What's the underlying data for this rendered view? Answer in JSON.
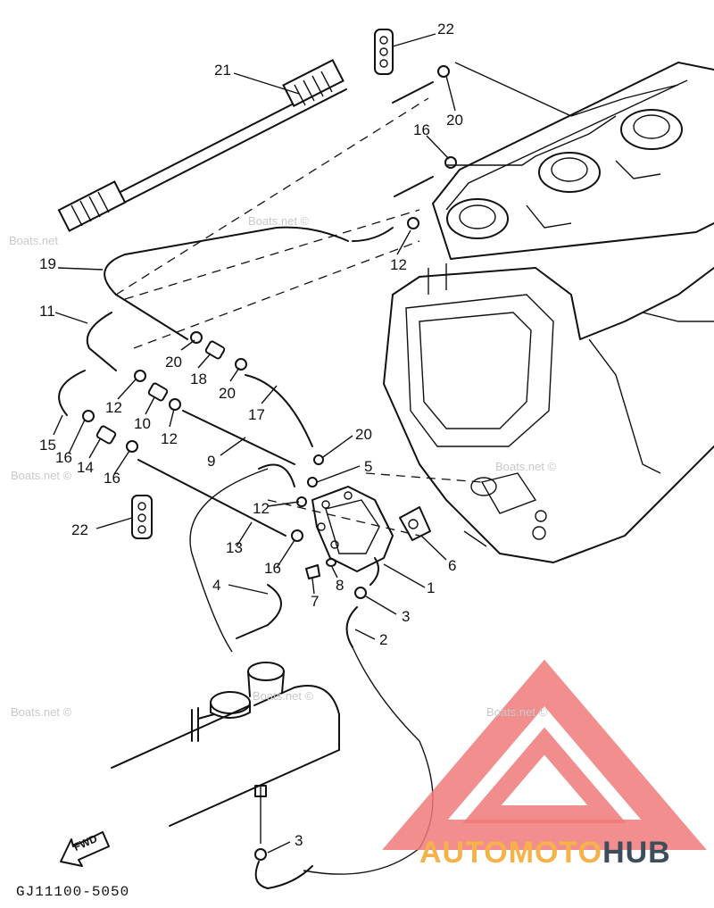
{
  "callouts": [
    {
      "id": "c22a",
      "label": "22"
    },
    {
      "id": "c21",
      "label": "21"
    },
    {
      "id": "c20a",
      "label": "20"
    },
    {
      "id": "c16a",
      "label": "16"
    },
    {
      "id": "c12a",
      "label": "12"
    },
    {
      "id": "c19",
      "label": "19"
    },
    {
      "id": "c11",
      "label": "11"
    },
    {
      "id": "c20b",
      "label": "20"
    },
    {
      "id": "c18",
      "label": "18"
    },
    {
      "id": "c20c",
      "label": "20"
    },
    {
      "id": "c12b",
      "label": "12"
    },
    {
      "id": "c10",
      "label": "10"
    },
    {
      "id": "c12c",
      "label": "12"
    },
    {
      "id": "c17",
      "label": "17"
    },
    {
      "id": "c15",
      "label": "15"
    },
    {
      "id": "c16b",
      "label": "16"
    },
    {
      "id": "c14",
      "label": "14"
    },
    {
      "id": "c16c",
      "label": "16"
    },
    {
      "id": "c9",
      "label": "9"
    },
    {
      "id": "c20d",
      "label": "20"
    },
    {
      "id": "c5",
      "label": "5"
    },
    {
      "id": "c12d",
      "label": "12"
    },
    {
      "id": "c22b",
      "label": "22"
    },
    {
      "id": "c13",
      "label": "13"
    },
    {
      "id": "c16d",
      "label": "16"
    },
    {
      "id": "c6",
      "label": "6"
    },
    {
      "id": "c1",
      "label": "1"
    },
    {
      "id": "c8",
      "label": "8"
    },
    {
      "id": "c7",
      "label": "7"
    },
    {
      "id": "c4",
      "label": "4"
    },
    {
      "id": "c3a",
      "label": "3"
    },
    {
      "id": "c2",
      "label": "2"
    },
    {
      "id": "c3b",
      "label": "3"
    }
  ],
  "watermarks": [
    "Boats.net",
    "Boats.net ©",
    "Boats.net ©",
    "Boats.net ©",
    "Boats.net ©",
    "Boats.net ©",
    "Boats.net ©"
  ],
  "fwd_label": "FWD",
  "part_number": "GJ11100-5050",
  "brand": {
    "part1": "AUTOMOTO",
    "part2": "HUB",
    "color1": "#f6b24a",
    "color2": "#3e4d5c",
    "logo_color": "#f07a7a"
  }
}
